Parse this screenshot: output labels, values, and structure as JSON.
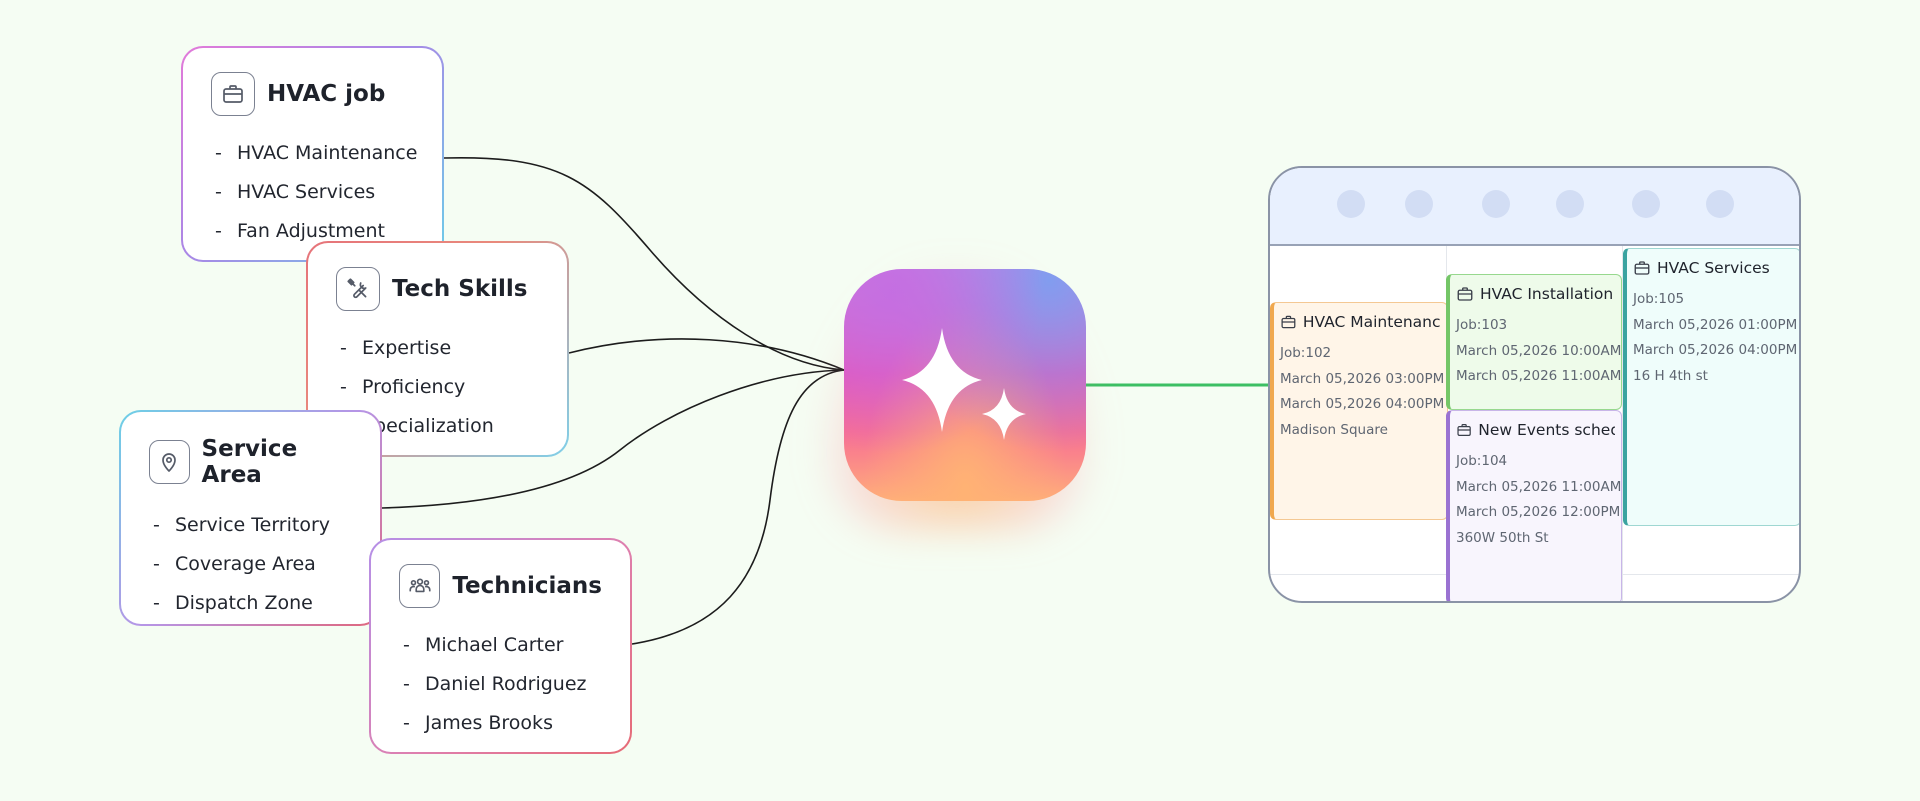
{
  "cards": {
    "hvac_job": {
      "title": "HVAC job",
      "icon": "briefcase-icon",
      "items": [
        "HVAC Maintenance",
        "HVAC Services",
        "Fan Adjustment"
      ]
    },
    "tech_skills": {
      "title": "Tech Skills",
      "icon": "tools-icon",
      "items": [
        "Expertise",
        "Proficiency",
        "Specialization"
      ]
    },
    "service_area": {
      "title": "Service Area",
      "icon": "map-pin-icon",
      "items": [
        "Service Territory",
        "Coverage Area",
        "Dispatch Zone"
      ]
    },
    "technicians": {
      "title": "Technicians",
      "icon": "people-icon",
      "items": [
        "Michael Carter",
        "Daniel Rodriguez",
        "James Brooks"
      ]
    }
  },
  "hub": {
    "icon": "sparkle-icon"
  },
  "calendar": {
    "events": {
      "maintenance": {
        "title": "HVAC Maintenance",
        "job": "Job:102",
        "start": "March 05,2026 03:00PM",
        "end": "March 05,2026 04:00PM",
        "location": "Madison Square"
      },
      "installation": {
        "title": "HVAC Installation",
        "job": "Job:103",
        "start": "March 05,2026 10:00AM",
        "end": "March 05,2026 11:00AM"
      },
      "new_events": {
        "title": "New Events sched..",
        "job": "Job:104",
        "start": "March 05,2026 11:00AM",
        "end": "March 05,2026 12:00PM",
        "location": "360W 50th St"
      },
      "services": {
        "title": "HVAC Services",
        "job": "Job:105",
        "start": "March 05,2026 01:00PM",
        "end": "March 05,2026 04:00PM",
        "location": "16 H 4th st"
      }
    }
  },
  "colors": {
    "connector": "#1c1c1c",
    "hub_link": "#3cbf63",
    "maintenance": "#f0a84e",
    "installation": "#74c667",
    "new_events": "#9a72d2",
    "services": "#3aa3a0"
  }
}
